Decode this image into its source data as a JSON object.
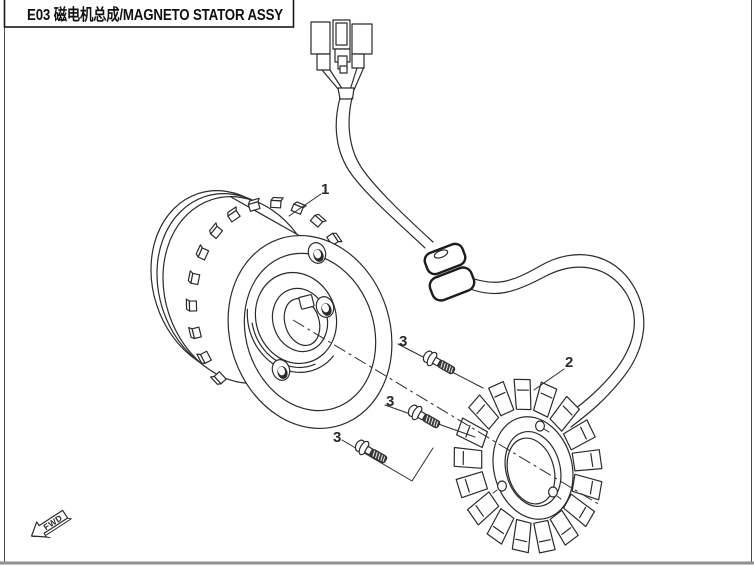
{
  "title": "E03 磁电机总成/MAGNETO STATOR ASSY",
  "callouts": {
    "flywheel": "1",
    "stator": "2",
    "bolt_top": "3",
    "bolt_middle": "3",
    "bolt_bottom": "3"
  },
  "direction_marker": "FWD",
  "colors": {
    "line": "#2b2b2b",
    "thread": "#3d3d3d",
    "page_border": "#8f8f8f",
    "background": "#ffffff"
  }
}
